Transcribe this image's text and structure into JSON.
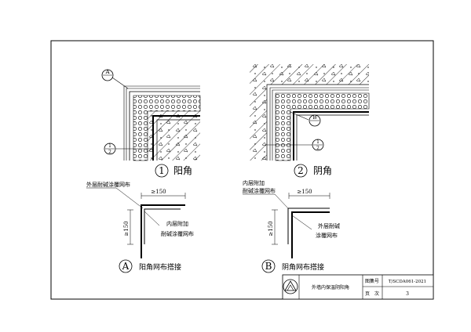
{
  "views": {
    "outer": {
      "number": "1",
      "title": "阳角",
      "ref_a": "A",
      "ref_sub_top": "1",
      "ref_sub_bottom": "2"
    },
    "inner": {
      "number": "2",
      "title": "阴角",
      "ref_b": "B",
      "ref_sub_top": "1",
      "ref_sub_bottom": "2"
    }
  },
  "details": {
    "a": {
      "letter": "A",
      "title": "阳角网布搭接",
      "outer_mesh_label": "外层耐碱涂覆网布",
      "inner_mesh_label_1": "内层附加",
      "inner_mesh_label_2": "耐碱涂覆网布",
      "overlap_h": "≥150",
      "overlap_v": "≥150"
    },
    "b": {
      "letter": "B",
      "title": "阴角网布搭接",
      "inner_mesh_label_1": "内层附加",
      "inner_mesh_label_2": "耐碱涂覆网布",
      "outer_mesh_label_1": "外层耐碱",
      "outer_mesh_label_2": "涂覆网布",
      "overlap_h": "≥150",
      "overlap_v": "≥150"
    }
  },
  "title_block": {
    "drawing_title": "外墙内保温阴阳角",
    "atlas_label": "图集号",
    "atlas_value": "T/SCDA061-2021",
    "page_label": "页　次",
    "page_value": "3"
  }
}
